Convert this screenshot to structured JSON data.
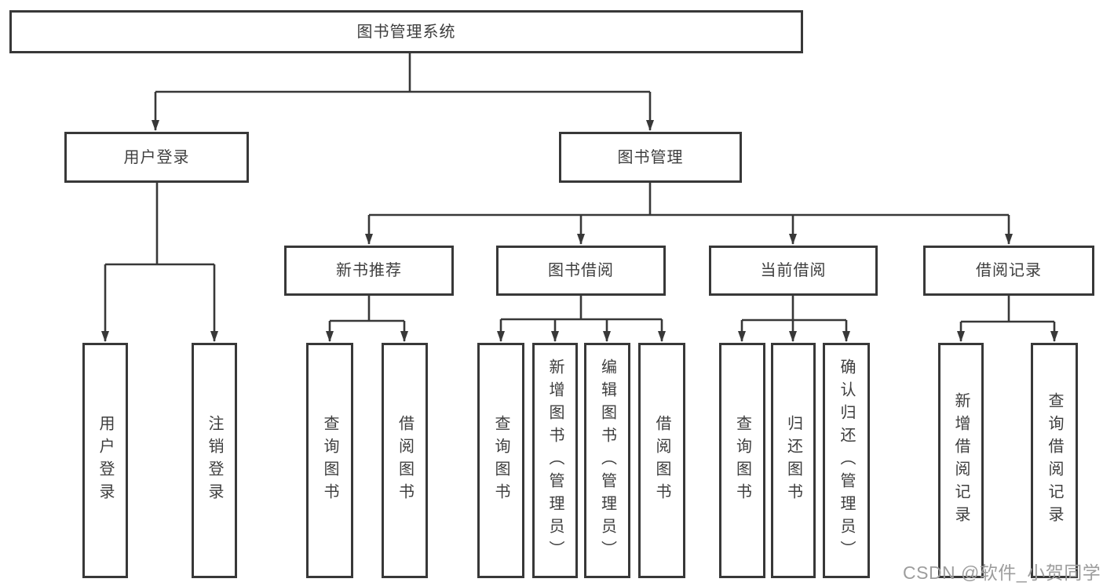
{
  "diagram": {
    "root": {
      "label": "图书管理系统",
      "children": [
        {
          "label": "用户登录",
          "children": [
            {
              "label": "用户登录"
            },
            {
              "label": "注销登录"
            }
          ]
        },
        {
          "label": "图书管理",
          "children": [
            {
              "label": "新书推荐",
              "children": [
                {
                  "label": "查询图书"
                },
                {
                  "label": "借阅图书"
                }
              ]
            },
            {
              "label": "图书借阅",
              "children": [
                {
                  "label": "查询图书"
                },
                {
                  "label": "新增图书（管理员）"
                },
                {
                  "label": "编辑图书（管理员）"
                },
                {
                  "label": "借阅图书"
                }
              ]
            },
            {
              "label": "当前借阅",
              "children": [
                {
                  "label": "查询图书"
                },
                {
                  "label": "归还图书"
                },
                {
                  "label": "确认归还（管理员）"
                }
              ]
            },
            {
              "label": "借阅记录",
              "children": [
                {
                  "label": "新增借阅记录"
                },
                {
                  "label": "查询借阅记录"
                }
              ]
            }
          ]
        }
      ]
    }
  },
  "watermark": {
    "text": "CSDN @软件_小贺同学"
  },
  "colors": {
    "line": "#383838",
    "text": "#3e3e3e",
    "background": "#ffffff",
    "watermark": "#9d9d9d"
  }
}
